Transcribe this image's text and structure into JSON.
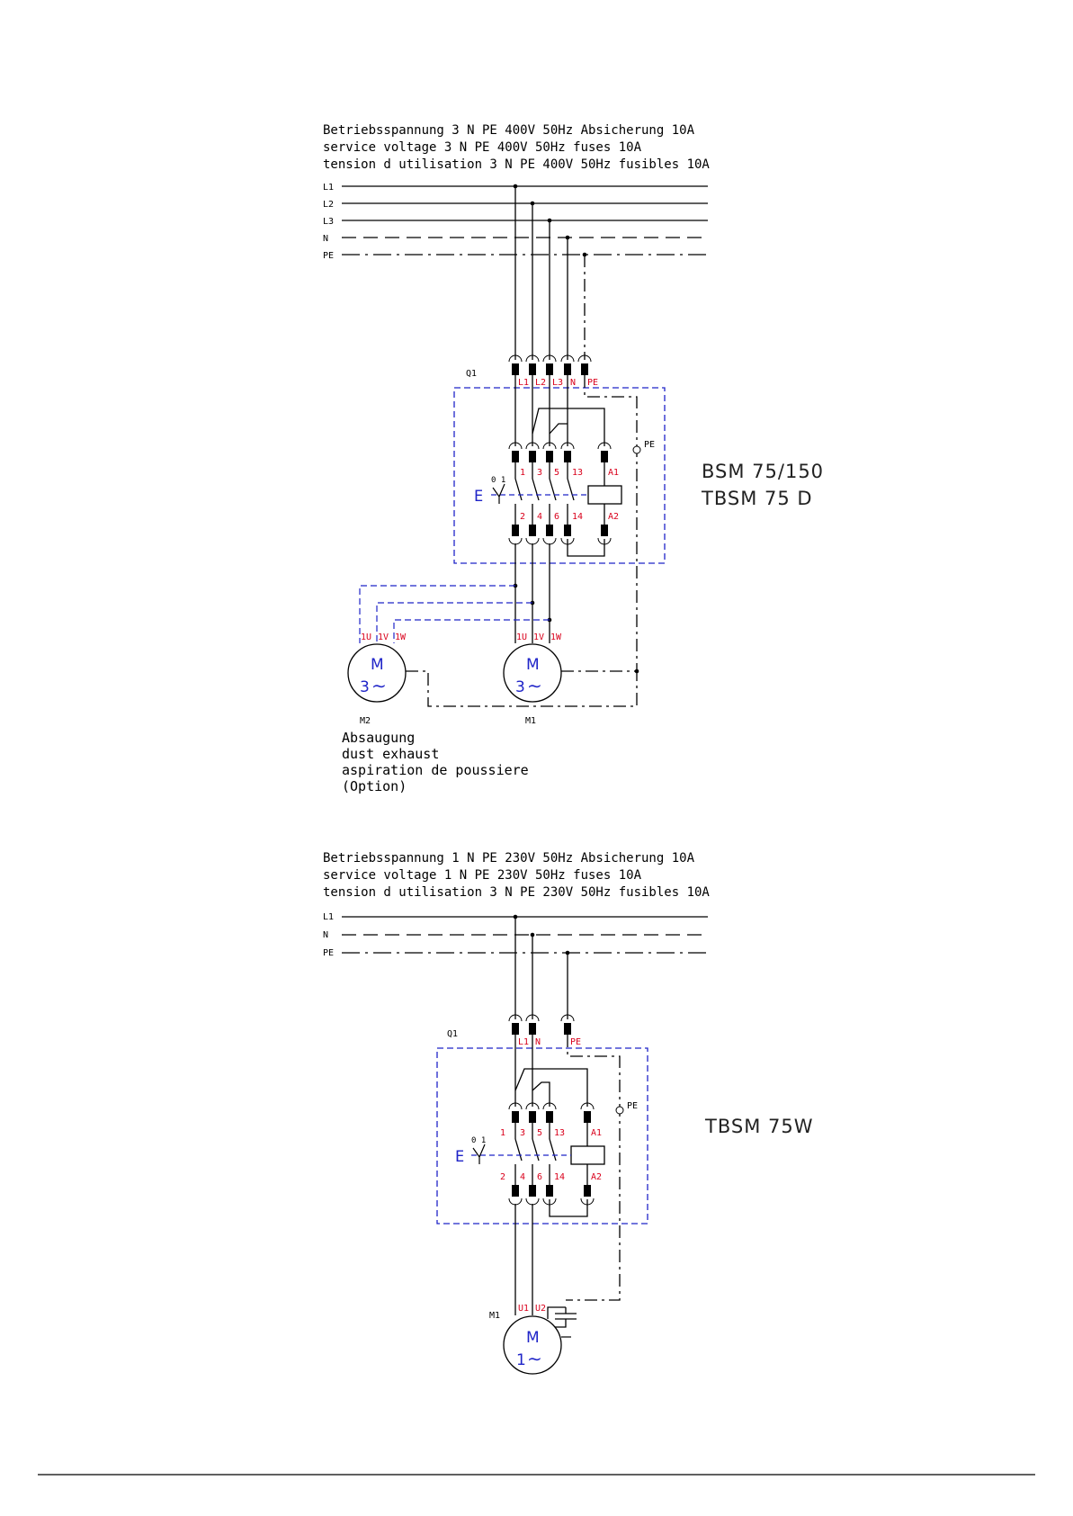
{
  "top": {
    "header": [
      "Betriebsspannung 3 N PE 400V 50Hz Absicherung 10A",
      "service voltage 3 N PE 400V 50Hz fuses 10A",
      "tension d utilisation 3 N PE 400V 50Hz fusibles 10A"
    ],
    "bus_labels": [
      "L1",
      "L2",
      "L3",
      "N",
      "PE"
    ],
    "switch_label": "Q1",
    "terminals_in": [
      "L1",
      "L2",
      "L3",
      "N",
      "PE"
    ],
    "contacts_top": [
      "1",
      "3",
      "5",
      "13",
      "A1"
    ],
    "contacts_bottom": [
      "2",
      "4",
      "6",
      "14",
      "A2"
    ],
    "pe_label": "PE",
    "e_label": "E",
    "switch_pos": "0  1",
    "motor_terminals": [
      "1U",
      "1V",
      "1W"
    ],
    "motor_main": {
      "letter": "M",
      "phase": "3",
      "id": "M1"
    },
    "motor_aux": {
      "letter": "M",
      "phase": "3",
      "id": "M2"
    },
    "aux_caption": [
      "Absaugung",
      "dust exhaust",
      "aspiration de poussiere",
      "(Option)"
    ],
    "models": [
      "BSM 75/150",
      "TBSM 75 D"
    ]
  },
  "bottom": {
    "header": [
      "Betriebsspannung 1 N PE 230V 50Hz Absicherung 10A",
      "service voltage 1 N PE 230V 50Hz  fuses 10A",
      "tension d utilisation 3 N PE 230V 50Hz fusibles 10A"
    ],
    "bus_labels": [
      "L1",
      "N",
      "PE"
    ],
    "switch_label": "Q1",
    "terminals_in": [
      "L1",
      "N",
      "PE"
    ],
    "contacts_top": [
      "1",
      "3",
      "5",
      "13",
      "A1"
    ],
    "contacts_bottom": [
      "2",
      "4",
      "6",
      "14",
      "A2"
    ],
    "pe_label": "PE",
    "e_label": "E",
    "switch_pos": "0  1",
    "motor_terminals": [
      "U1",
      "U2"
    ],
    "motor_main": {
      "letter": "M",
      "phase": "1",
      "id": "M1"
    },
    "models": [
      "TBSM 75W"
    ]
  },
  "colors": {
    "wire": "#000000",
    "terminal_text": "#d9001b",
    "blue_wire": "#1f24c8"
  },
  "symbols": {
    "ac": "∼"
  }
}
